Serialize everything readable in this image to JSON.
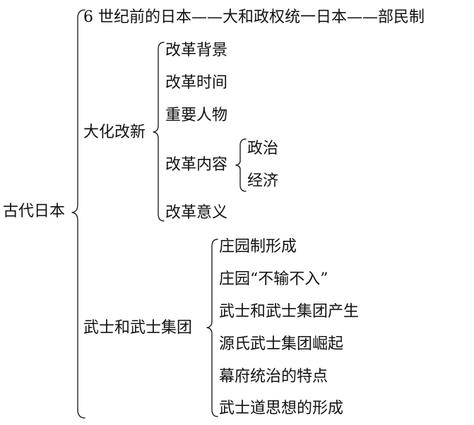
{
  "root": {
    "label": "古代日本"
  },
  "branches": {
    "before6": {
      "label": "6 世纪前的日本——大和政权统一日本——部民制"
    },
    "taika": {
      "label": "大化改新",
      "items": {
        "background": "改革背景",
        "time": "改革时间",
        "people": "重要人物",
        "content": {
          "label": "改革内容",
          "items": {
            "politics": "政治",
            "economy": "经济"
          }
        },
        "significance": "改革意义"
      }
    },
    "samurai": {
      "label": "武士和武士集团",
      "items": [
        "庄园制形成",
        "庄园“不输不入”",
        "武士和武士集团产生",
        "源氏武士集团崛起",
        "幕府统治的特点",
        "武士道思想的形成"
      ]
    }
  }
}
